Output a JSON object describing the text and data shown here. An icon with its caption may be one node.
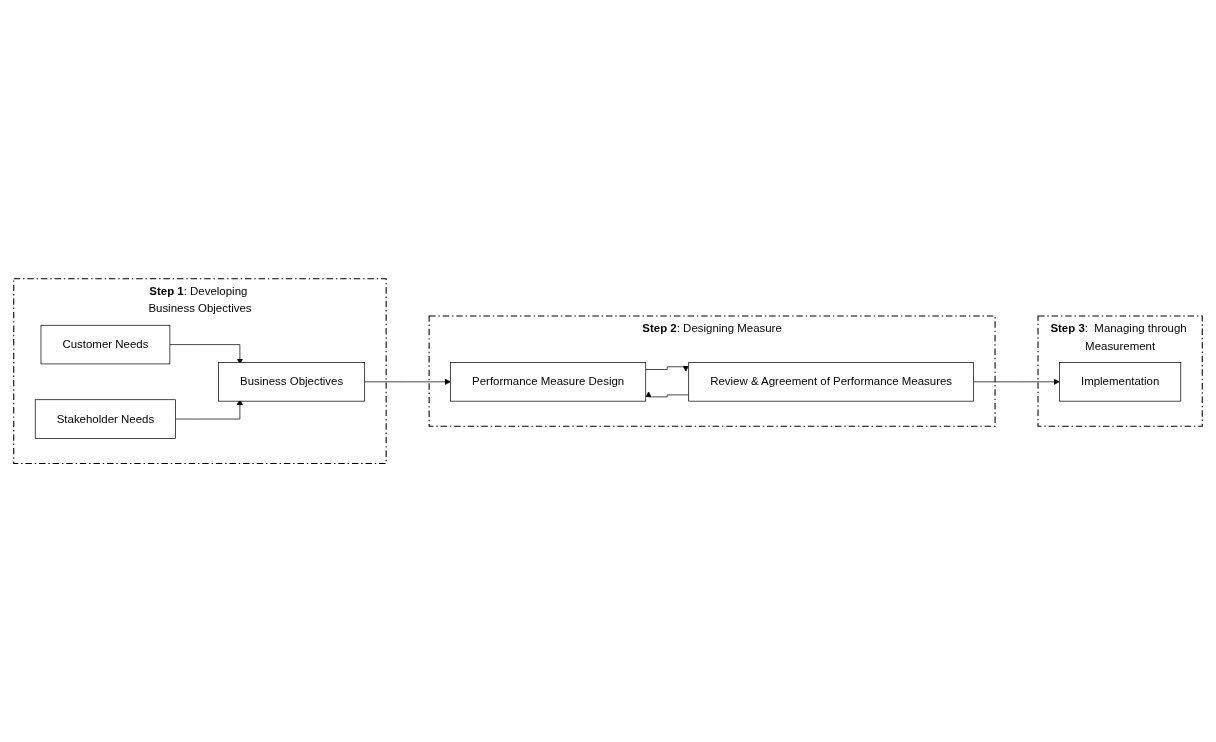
{
  "diagram": {
    "nodes": [
      {
        "text": [
          "**Step 1**: Developing Business Objectives"
        ]
      },
      {
        "text": [
          "Customer Needs"
        ],
        "in": 0
      },
      {
        "text": [
          "Stakeholder Needs"
        ],
        "in": 0
      },
      {
        "text": [
          "Business Objectives"
        ],
        "in": 0
      },
      {
        "text": [
          "**Step 2**: Designing Measure"
        ]
      },
      {
        "text": [
          "Performance Measure Design"
        ],
        "in": 4
      },
      {
        "text": [
          "Review & Agreement of Performance Measures"
        ],
        "in": 4
      },
      {
        "text": [
          "**Step 3**:  Managing through Measurement"
        ]
      },
      {
        "text": [
          "Implementation"
        ],
        "in": 7
      }
    ],
    "edges": [
      {
        "from": 1,
        "to": 3,
        "arrow": "to"
      },
      {
        "from": 2,
        "to": 3,
        "arrow": "to"
      },
      {
        "from": 3,
        "to": 5,
        "arrow": "to"
      },
      {
        "from": 5,
        "to": 6,
        "arrow": "to"
      },
      {
        "from": 6,
        "to": 5,
        "arrow": "to"
      },
      {
        "from": 6,
        "to": 8,
        "arrow": "to"
      }
    ]
  }
}
